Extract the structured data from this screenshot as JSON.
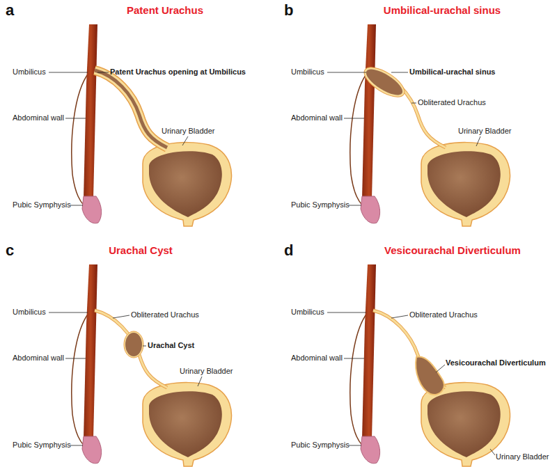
{
  "diagram": {
    "labels": [
      "a",
      "Patent Urachus",
      "Umbilicus",
      "Patent Urachus opening at Umbilicus",
      "Abdominal wall",
      "Urinary Bladder",
      "Pubic Symphysis",
      "b",
      "Umbilical-urachal sinus",
      "Umbilicus",
      "Umbilical-urachal sinus",
      "Obliterated Urachus",
      "Abdominal wall",
      "Urinary Bladder",
      "Pubic Symphysis",
      "c",
      "Urachal Cyst",
      "Umbilicus",
      "Obliterated Urachus",
      "Urachal Cyst",
      "Abdominal wall",
      "Urinary Bladder",
      "Pubic Symphysis",
      "d",
      "Vesicourachal Diverticulum",
      "Umbilicus",
      "Obliterated Urachus",
      "Abdominal wall",
      "Vesicourachal Diverticulum",
      "Urinary Bladder",
      "Pubic Symphysis"
    ]
  }
}
